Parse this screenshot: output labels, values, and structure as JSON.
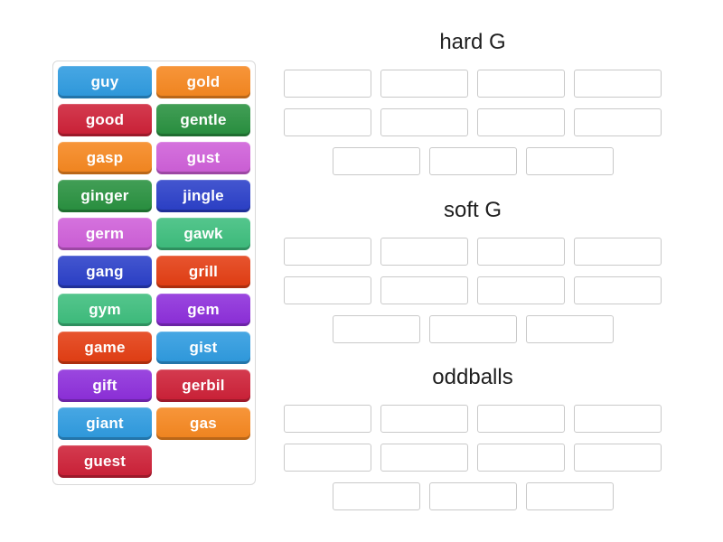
{
  "tiles": [
    {
      "label": "guy",
      "color": "#2e9be0"
    },
    {
      "label": "gold",
      "color": "#f6871f"
    },
    {
      "label": "good",
      "color": "#ce2037"
    },
    {
      "label": "gentle",
      "color": "#28913f"
    },
    {
      "label": "gasp",
      "color": "#f6871f"
    },
    {
      "label": "gust",
      "color": "#cf5fd9"
    },
    {
      "label": "ginger",
      "color": "#28913f"
    },
    {
      "label": "jingle",
      "color": "#2a3fc9"
    },
    {
      "label": "germ",
      "color": "#cf5fd9"
    },
    {
      "label": "gawk",
      "color": "#3dbe7d"
    },
    {
      "label": "gang",
      "color": "#2a3fc9"
    },
    {
      "label": "grill",
      "color": "#e43d12"
    },
    {
      "label": "gym",
      "color": "#3dbe7d"
    },
    {
      "label": "gem",
      "color": "#8d2edb"
    },
    {
      "label": "game",
      "color": "#e43d12"
    },
    {
      "label": "gist",
      "color": "#2e9be0"
    },
    {
      "label": "gift",
      "color": "#8d2edb"
    },
    {
      "label": "gerbil",
      "color": "#ce2037"
    },
    {
      "label": "giant",
      "color": "#2e9be0"
    },
    {
      "label": "gas",
      "color": "#f6871f"
    },
    {
      "label": "guest",
      "color": "#ce2037"
    }
  ],
  "groups": [
    {
      "title": "hard G",
      "slots_per_row": [
        4,
        4,
        3
      ]
    },
    {
      "title": "soft G",
      "slots_per_row": [
        4,
        4,
        3
      ]
    },
    {
      "title": "oddballs",
      "slots_per_row": [
        4,
        4,
        3
      ]
    }
  ],
  "colors": {
    "tile_text": "#ffffff",
    "slot_border": "#c9c9c9",
    "panel_border": "#d9d9d9",
    "title_text": "#1f1f1f",
    "background": "#ffffff"
  }
}
